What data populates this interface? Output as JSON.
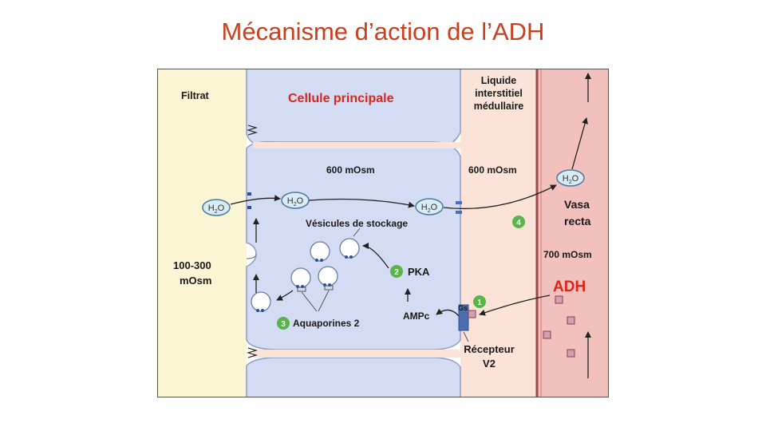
{
  "title": "Mécanisme d’action de l’ADH",
  "labels": {
    "filtrat": "Filtrat",
    "cellule": "Cellule principale",
    "liquide_line1": "Liquide",
    "liquide_line2": "interstitiel",
    "liquide_line3": "médullaire",
    "osm_cell": "600 mOsm",
    "osm_interstitial": "600 mOsm",
    "osm_filtrat_line1": "100-300",
    "osm_filtrat_line2": "mOsm",
    "osm_vasa": "700 mOsm",
    "vesicules": "Vésicules de stockage",
    "pka": "PKA",
    "ampc": "AMPc",
    "aquaporines": "Aquaporines 2",
    "recepteur_line1": "Récepteur",
    "recepteur_line2": "V2",
    "gs": "Gs",
    "vasa_line1": "Vasa",
    "vasa_line2": "recta",
    "adh": "ADH",
    "water": [
      "H",
      "2",
      "O"
    ]
  },
  "steps": [
    "1",
    "2",
    "3",
    "4"
  ],
  "colors": {
    "title": "#c8401f",
    "adh": "#d9261c",
    "cell_fill": "#d4dcf3",
    "filtrate_fill": "#fbf5d4",
    "interstitial_fill": "#fbe3d8",
    "vasa_fill": "#f2c0bd",
    "step_badge": "#5ab44a",
    "receptor": "#4a6fb0"
  },
  "icons": [
    "water-molecule-icon",
    "vesicle-icon",
    "aquaporin-icon",
    "adh-molecule-icon",
    "receptor-icon"
  ]
}
